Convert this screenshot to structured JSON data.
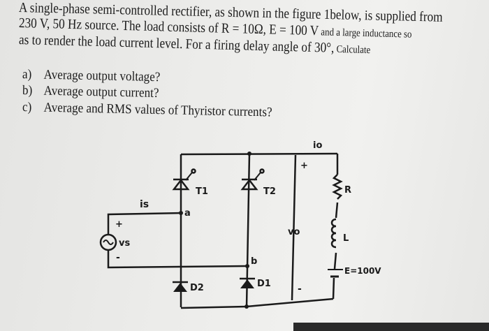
{
  "problem": {
    "line1": "A single-phase semi-controlled rectifier, as shown in the figure 1below, is supplied from",
    "line2_a": "230 V, 50 Hz source. The load consists of R = 10Ω, E = 100 V",
    "line2_b": " and a large inductance so",
    "line3_a": "as to render the load current level. For a firing delay angle of 30°,",
    "line3_b": " Calculate"
  },
  "questions": [
    {
      "label": "a)",
      "text": "Average output voltage?"
    },
    {
      "label": "b)",
      "text": "Average output current?"
    },
    {
      "label": "c)",
      "text": "Average and RMS values of Thyristor currents?"
    }
  ],
  "circuit": {
    "source": "vs",
    "source_current": "is",
    "plus": "+",
    "minus": "-",
    "t1": "T1",
    "t2": "T2",
    "d1": "D1",
    "d2": "D2",
    "node_a": "a",
    "node_b": "b",
    "output_current": "io",
    "output_voltage": "vo",
    "r": "R",
    "l": "L",
    "e": "E=100V"
  }
}
